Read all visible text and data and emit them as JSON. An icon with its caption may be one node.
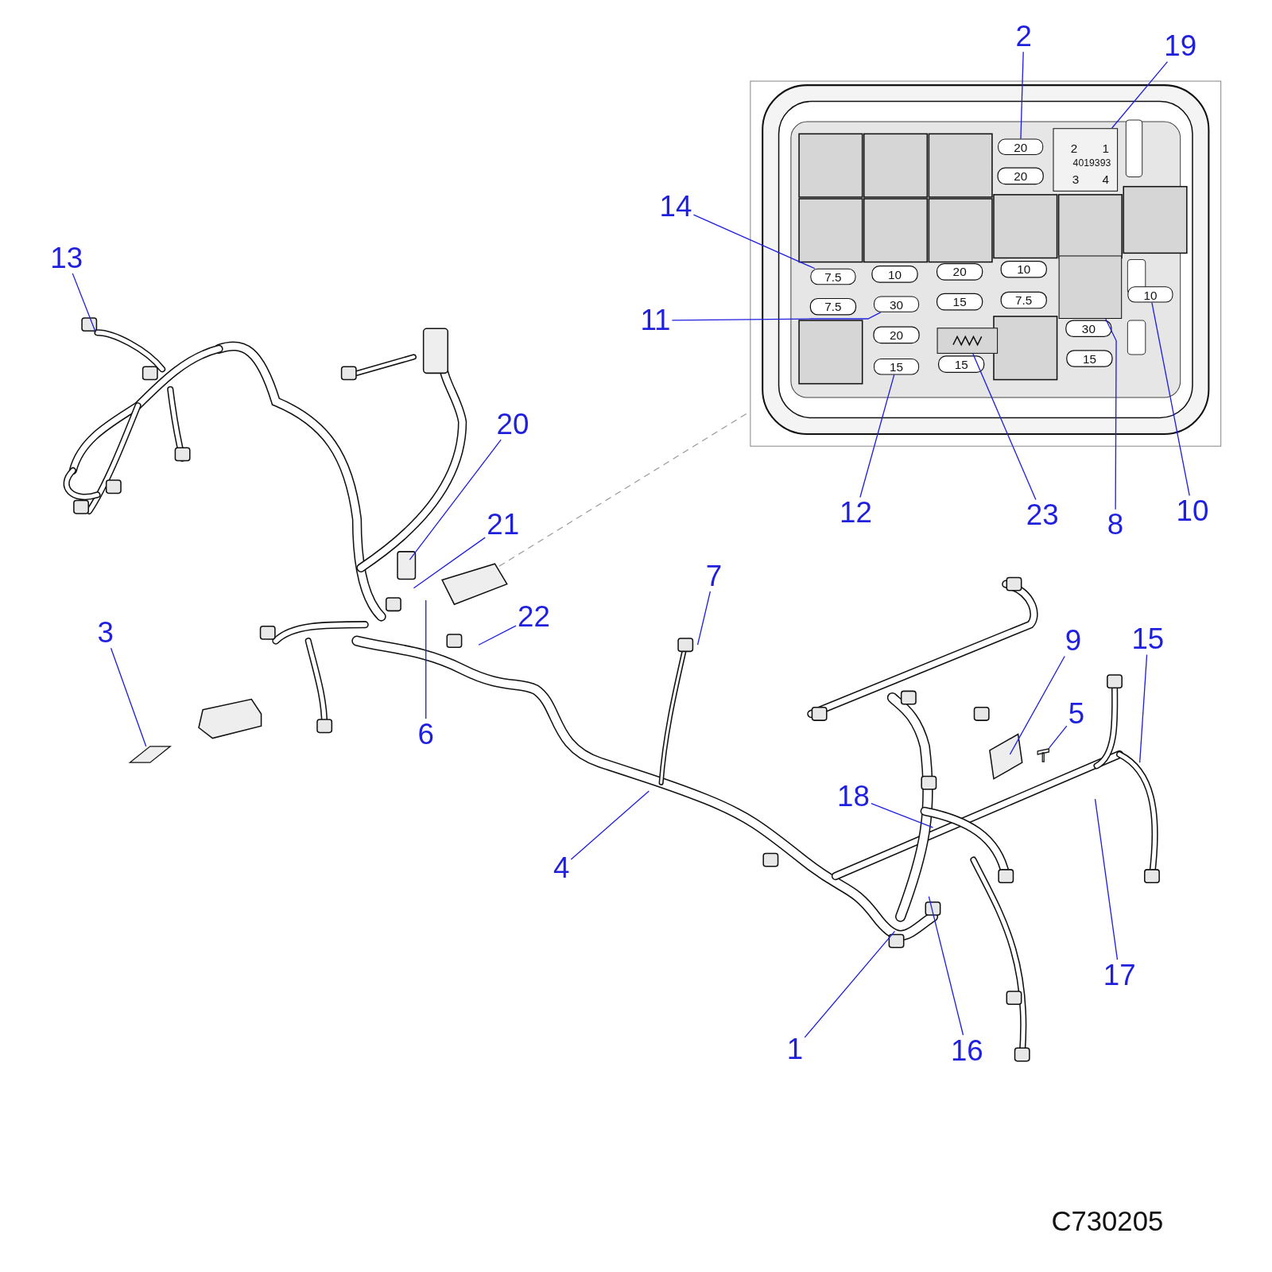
{
  "diagram": {
    "nodes": [
      {
        "text": [
          "2"
        ]
      },
      {
        "text": [
          "19"
        ]
      },
      {
        "text": [
          "14"
        ]
      },
      {
        "text": [
          "11"
        ]
      },
      {
        "text": [
          "13"
        ]
      },
      {
        "text": [
          "20"
        ]
      },
      {
        "text": [
          "12"
        ]
      },
      {
        "text": [
          "23"
        ]
      },
      {
        "text": [
          "8"
        ]
      },
      {
        "text": [
          "10"
        ]
      },
      {
        "text": [
          "21"
        ]
      },
      {
        "text": [
          "7"
        ]
      },
      {
        "text": [
          "22"
        ]
      },
      {
        "text": [
          "3"
        ]
      },
      {
        "text": [
          "9"
        ]
      },
      {
        "text": [
          "15"
        ]
      },
      {
        "text": [
          "5"
        ]
      },
      {
        "text": [
          "6"
        ]
      },
      {
        "text": [
          "18"
        ]
      },
      {
        "text": [
          "4"
        ]
      },
      {
        "text": [
          "17"
        ]
      },
      {
        "text": [
          "1"
        ]
      },
      {
        "text": [
          "16"
        ]
      },
      {
        "text": [
          "20"
        ]
      },
      {
        "text": [
          "2",
          "1",
          "4019393",
          "3",
          "4"
        ]
      },
      {
        "text": [
          "7.5"
        ]
      },
      {
        "text": [
          "30"
        ]
      },
      {
        "text": [
          "15"
        ]
      },
      {
        "text": [],
        "shape": "box"
      },
      {
        "text": [],
        "shape": "box"
      },
      {
        "text": [
          "10"
        ]
      },
      {
        "text": [],
        "shape": "picture"
      }
    ],
    "edges": [
      {
        "from": 0,
        "to": 23,
        "arrow": "none"
      },
      {
        "from": 1,
        "to": 24,
        "arrow": "none"
      },
      {
        "from": 2,
        "to": 25,
        "arrow": "none"
      },
      {
        "from": 3,
        "to": 26,
        "arrow": "none"
      },
      {
        "from": 4,
        "to": null,
        "arrow": "none"
      },
      {
        "from": 5,
        "to": null,
        "arrow": "none"
      },
      {
        "from": 6,
        "to": 27,
        "arrow": "none"
      },
      {
        "from": 7,
        "to": 28,
        "arrow": "none"
      },
      {
        "from": 8,
        "to": 29,
        "arrow": "none"
      },
      {
        "from": 9,
        "to": 30,
        "arrow": "none"
      },
      {
        "from": 10,
        "to": null,
        "arrow": "none"
      },
      {
        "from": 11,
        "to": null,
        "arrow": "none"
      },
      {
        "from": 12,
        "to": null,
        "arrow": "none"
      },
      {
        "from": 13,
        "to": null,
        "arrow": "none"
      },
      {
        "from": 14,
        "to": null,
        "arrow": "none"
      },
      {
        "from": 15,
        "to": null,
        "arrow": "none"
      },
      {
        "from": 16,
        "to": 31,
        "arrow": "none"
      },
      {
        "from": 17,
        "to": null,
        "arrow": "none"
      },
      {
        "from": 18,
        "to": null,
        "arrow": "none"
      },
      {
        "from": 19,
        "to": null,
        "arrow": "none"
      },
      {
        "from": 20,
        "to": null,
        "arrow": "none"
      },
      {
        "from": 21,
        "to": null,
        "arrow": "none"
      },
      {
        "from": 22,
        "to": null,
        "arrow": "none"
      }
    ],
    "labels": [
      "20",
      "10",
      "20",
      "10",
      "7.5",
      "15",
      "7.5",
      "20",
      "30",
      "15",
      "15",
      "C730205"
    ]
  }
}
